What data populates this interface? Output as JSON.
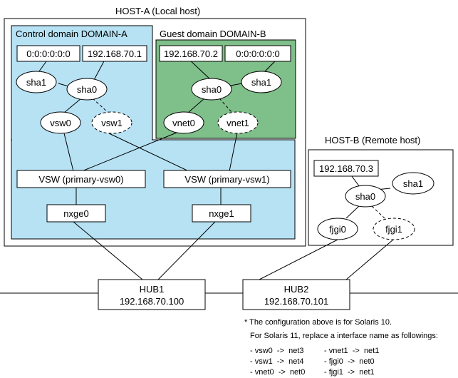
{
  "host_a": {
    "title": "HOST-A (Local host)",
    "control_domain": {
      "title": "Control domain DOMAIN-A",
      "addr_sha1": "0:0:0:0:0:0",
      "addr_sha0": "192.168.70.1",
      "sha1": "sha1",
      "sha0": "sha0",
      "vsw0": "vsw0",
      "vsw1": "vsw1"
    },
    "guest_domain": {
      "title": "Guest domain DOMAIN-B",
      "addr_sha0": "192.168.70.2",
      "addr_sha1": "0:0:0:0:0:0",
      "sha0": "sha0",
      "sha1": "sha1",
      "vnet0": "vnet0",
      "vnet1": "vnet1"
    },
    "vsw_primary0": "VSW (primary-vsw0)",
    "vsw_primary1": "VSW (primary-vsw1)",
    "nxge0": "nxge0",
    "nxge1": "nxge1"
  },
  "host_b": {
    "title": "HOST-B (Remote host)",
    "addr_sha0": "192.168.70.3",
    "sha0": "sha0",
    "sha1": "sha1",
    "fjgi0": "fjgi0",
    "fjgi1": "fjgi1"
  },
  "hub1": {
    "name": "HUB1",
    "addr": "192.168.70.100"
  },
  "hub2": {
    "name": "HUB2",
    "addr": "192.168.70.101"
  },
  "notes": {
    "line1": "* The configuration above is for Solaris 10.",
    "line2": "For Solaris 11, replace a interface name as followings:",
    "map": [
      {
        "from": "- vsw0  ->  net3",
        "to": "- vnet1  ->  net1"
      },
      {
        "from": "- vsw1  ->  net4",
        "to": "- fjgi0  ->  net0"
      },
      {
        "from": "- vnet0  ->  net0",
        "to": "- fjgi1  ->  net1"
      }
    ]
  },
  "colors": {
    "control_fill": "#b6e2f4",
    "guest_fill": "#7fbf8a",
    "line": "#000000",
    "box_fill": "#ffffff"
  }
}
